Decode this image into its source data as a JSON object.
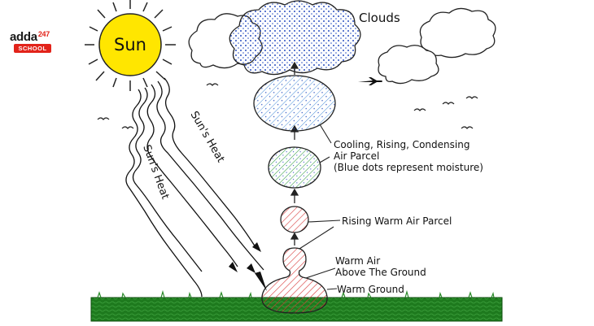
{
  "logo": {
    "brand": "adda",
    "number": "247",
    "tagline": "SCHOOL"
  },
  "labels": {
    "sun": "Sun",
    "clouds": "Clouds",
    "suns_heat_1": "Sun's Heat",
    "suns_heat_2": "Sun's Heat",
    "cooling_line1": "Cooling, Rising, Condensing",
    "cooling_line2": "Air Parcel",
    "cooling_line3": "(Blue dots represent moisture)",
    "rising_warm_air": "Rising Warm Air Parcel",
    "warm_air_line1": "Warm Air",
    "warm_air_line2": "Above The Ground",
    "warm_ground": "Warm Ground"
  },
  "colors": {
    "sun": "#ffe600",
    "ground": "#1e7a1e",
    "moisture": "#2a4fbf",
    "warm_parcel": "#d63333",
    "cool_parcel": "#2e9a3e",
    "logo_red": "#e2231a"
  }
}
